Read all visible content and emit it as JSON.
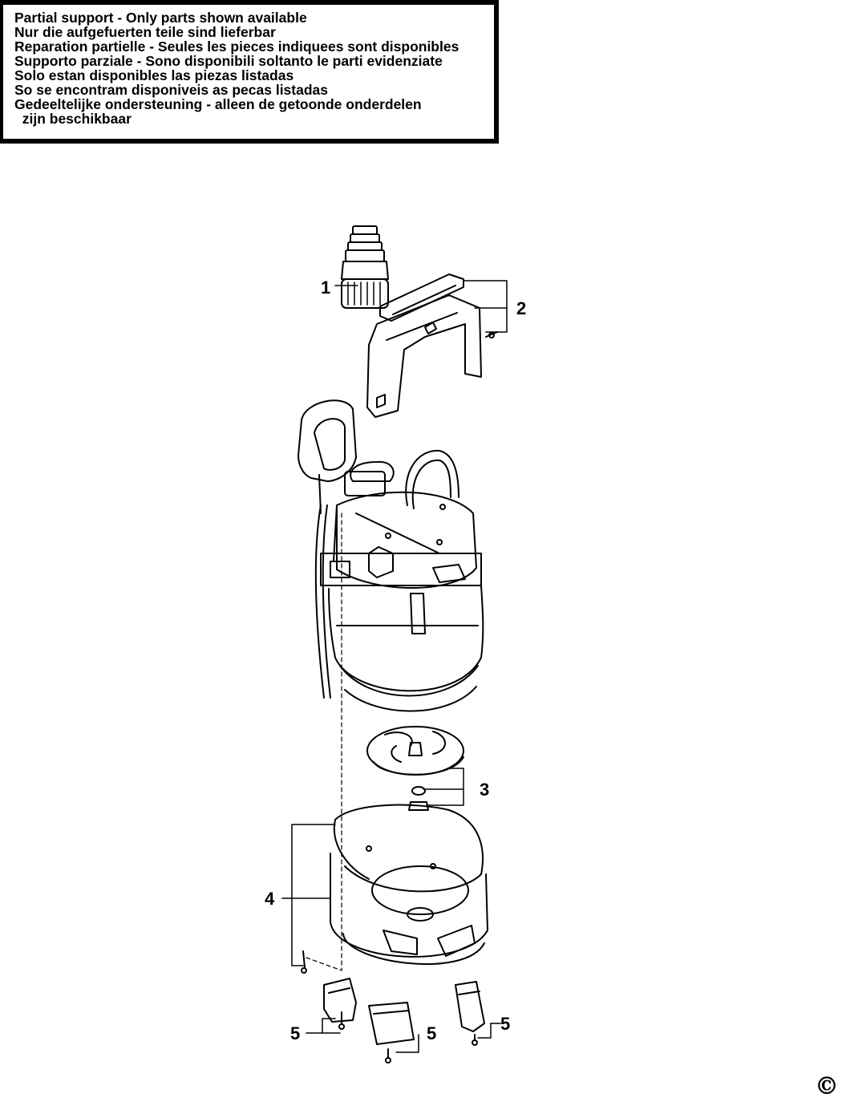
{
  "notice": {
    "lines": [
      "Partial support - Only parts shown available",
      "Nur die aufgefuerten teile sind lieferbar",
      "Reparation partielle - Seules les pieces indiquees sont disponibles",
      "Supporto parziale - Sono disponibili soltanto le parti evidenziate",
      "Solo estan disponibles las piezas listadas",
      "So se encontram disponiveis as pecas listadas",
      "Gedeeltelijke ondersteuning - alleen de getoonde onderdelen",
      "  zijn beschikbaar"
    ]
  },
  "callouts": {
    "c1": "1",
    "c2": "2",
    "c3": "3",
    "c4": "4",
    "c5a": "5",
    "c5b": "5",
    "c5c": "5"
  },
  "copyright": "©"
}
